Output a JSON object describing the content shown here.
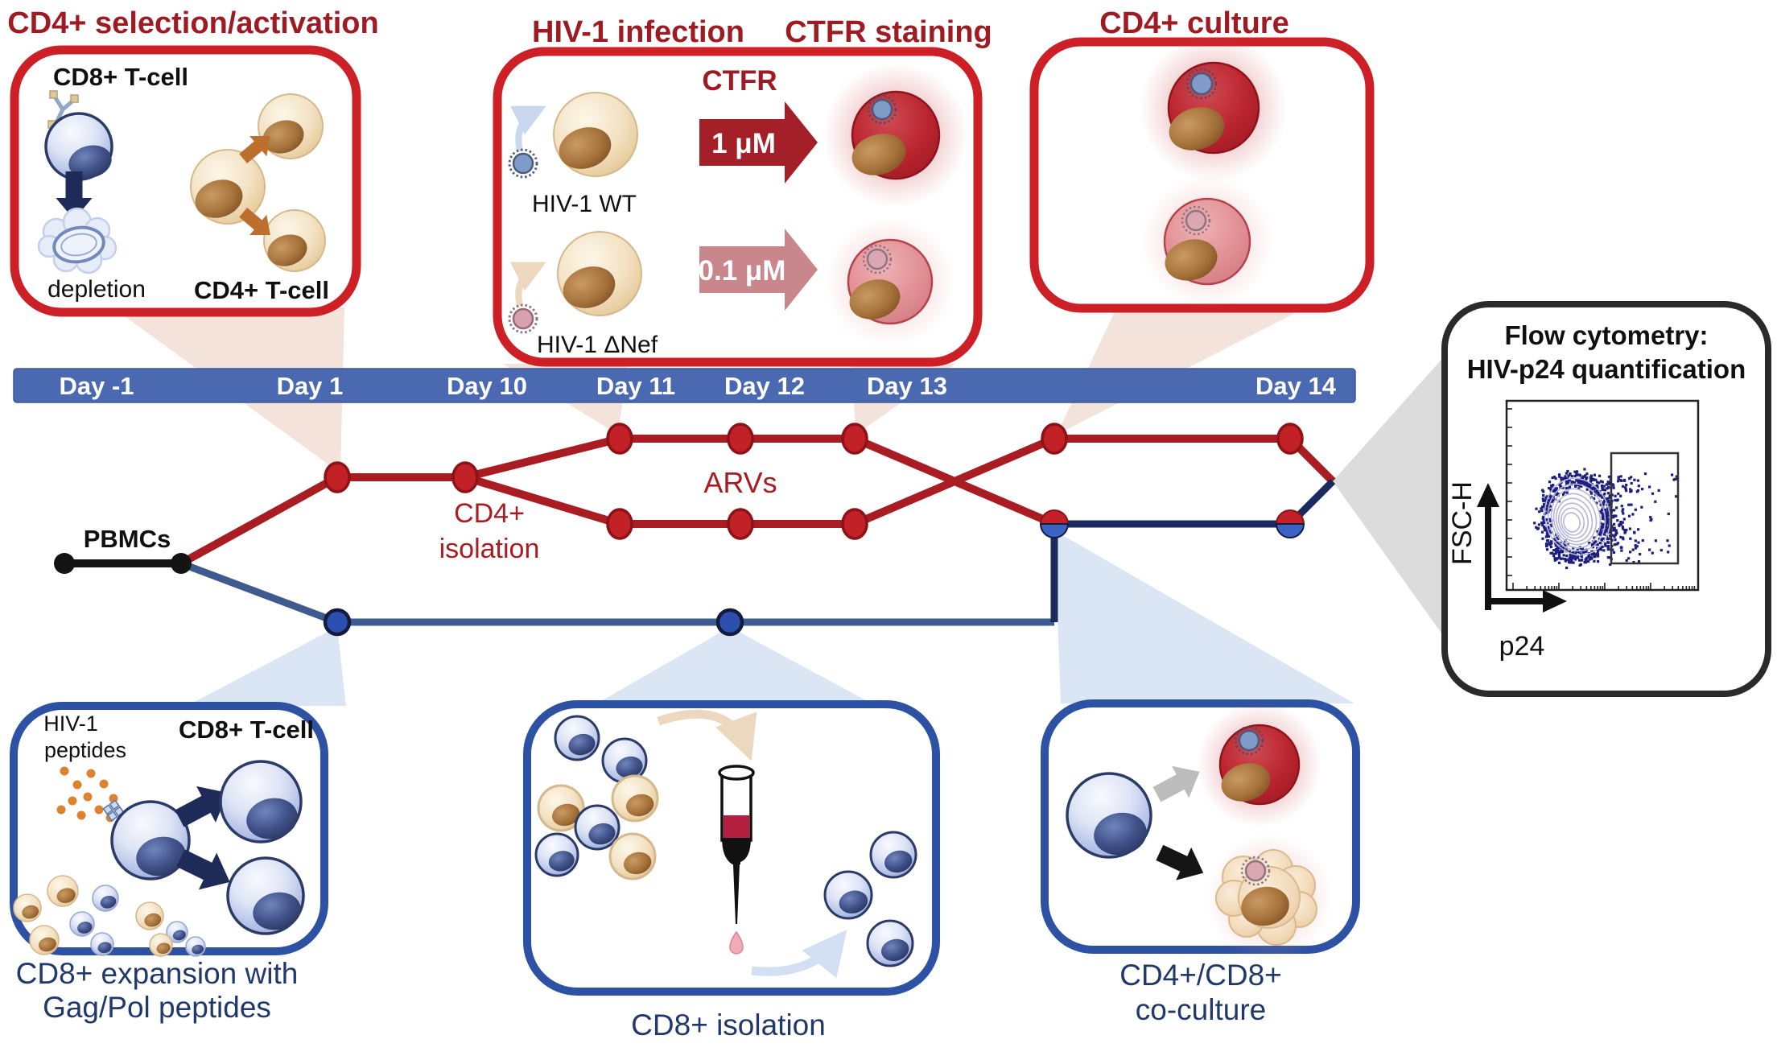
{
  "colors": {
    "accent_red": "#c1121c",
    "dark_red_title": "#9e1b23",
    "timeline_red": "#a81c22",
    "navy": "#1b2a5e",
    "steel_blue": "#3d5b8f",
    "bar_blue": "#4a69b0",
    "box_blue": "#2d52a3",
    "caption_navy": "#21386b"
  },
  "timeline": {
    "days": [
      "Day -1",
      "Day 1",
      "Day 10",
      "Day 11",
      "Day 12",
      "Day 13",
      "Day 14"
    ],
    "pbmcs_label": "PBMCs",
    "cd4_isolation": [
      "CD4+",
      "isolation"
    ],
    "arvs_label": "ARVs"
  },
  "panels": {
    "selection": {
      "title": "CD4+ selection/activation",
      "cd8_label": "CD8+ T-cell",
      "depletion_label": "depletion",
      "cd4_label": "CD4+ T-cell"
    },
    "infection": {
      "title": "HIV-1 infection",
      "staining_title": "CTFR staining",
      "ctfr_label": "CTFR",
      "dose_high": "1 μM",
      "dose_low": "0.1 μM",
      "wt_label": "HIV-1 WT",
      "dnef_label": "HIV-1 ΔNef"
    },
    "culture": {
      "title": "CD4+ culture"
    },
    "expansion": {
      "hiv_label": "HIV-1",
      "peptides_label": "peptides",
      "cd8_label": "CD8+ T-cell",
      "caption": [
        "CD8+ expansion with",
        "Gag/Pol peptides"
      ]
    },
    "isolation": {
      "caption": "CD8+ isolation"
    },
    "coculture": {
      "caption": [
        "CD4+/CD8+",
        "co-culture"
      ]
    },
    "flow": {
      "title": [
        "Flow cytometry:",
        "HIV-p24 quantification"
      ],
      "y_axis_label": "FSC-H",
      "x_axis_label": "p24"
    }
  }
}
